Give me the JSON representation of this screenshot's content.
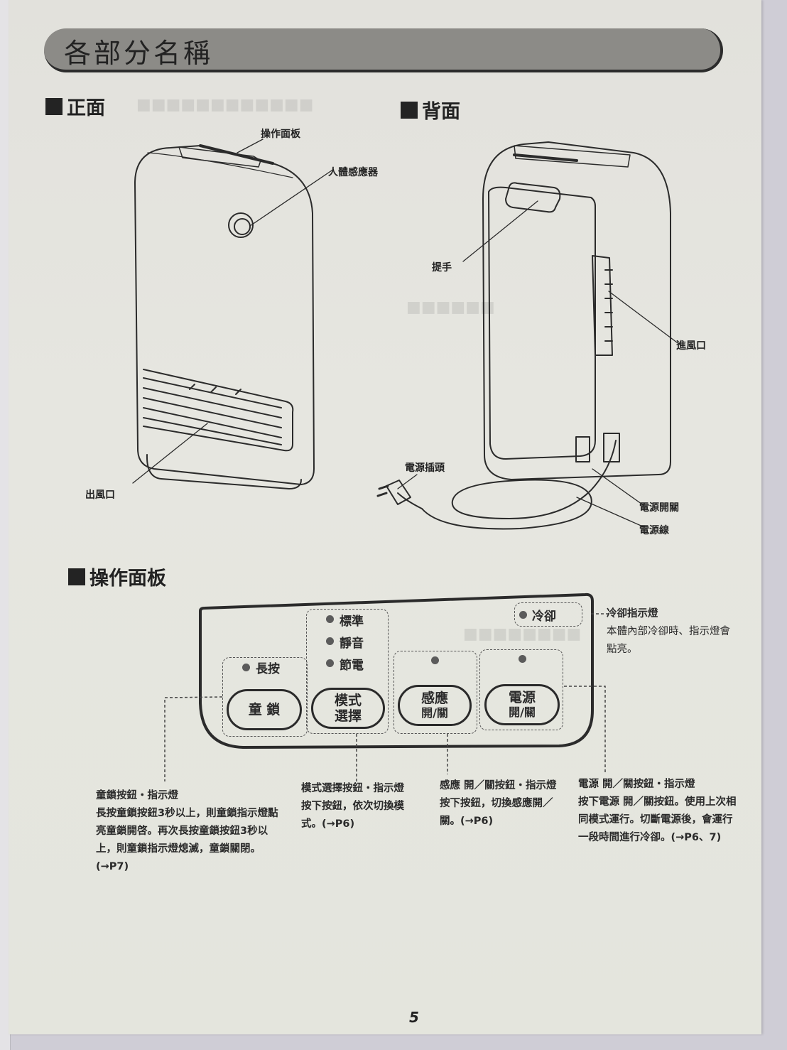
{
  "page": {
    "title": "各部分名稱",
    "page_number": "5"
  },
  "front": {
    "heading": "正面",
    "labels": {
      "control_panel": "操作面板",
      "motion_sensor": "人體感應器",
      "air_outlet": "出風口"
    }
  },
  "back": {
    "heading": "背面",
    "labels": {
      "handle": "提手",
      "air_inlet": "進風口",
      "power_plug": "電源插頭",
      "power_switch": "電源開關",
      "power_cord": "電源線"
    }
  },
  "control_panel": {
    "heading": "操作面板",
    "indicators": {
      "long_press": "長按",
      "standard": "標準",
      "quiet": "靜音",
      "eco": "節電",
      "cooling": "冷卻"
    },
    "buttons": {
      "child_lock": "童 鎖",
      "mode_line1": "模式",
      "mode_line2": "選擇",
      "sensor_line1": "感應",
      "sensor_line2": "開/關",
      "power_line1": "電源",
      "power_line2": "開/關"
    },
    "cooling_note": {
      "title": "冷卻指示燈",
      "body": "本體內部冷卻時、指示燈會點亮。"
    },
    "descriptions": [
      {
        "title": "童鎖按鈕・指示燈",
        "body": "長按童鎖按鈕3秒以上，則童鎖指示燈點亮童鎖開啓。再次長按童鎖按鈕3秒以上，則童鎖指示燈熄滅，童鎖關閉。(→P7)"
      },
      {
        "title": "模式選擇按鈕・指示燈",
        "body": "按下按鈕，依次切換模式。(→P6)"
      },
      {
        "title": "感應 開／關按鈕・指示燈",
        "body": "按下按鈕，切換感應開／關。(→P6)"
      },
      {
        "title": "電源 開／關按鈕・指示燈",
        "body": "按下電源 開／關按鈕。使用上次相同模式運行。切斷電源後，會運行一段時間進行冷卻。(→P6、7)"
      }
    ]
  },
  "colors": {
    "title_bar": "#8c8b87",
    "paper": "#e4e5dd",
    "ink": "#2a2a2a",
    "background": "#cfcdd6"
  }
}
